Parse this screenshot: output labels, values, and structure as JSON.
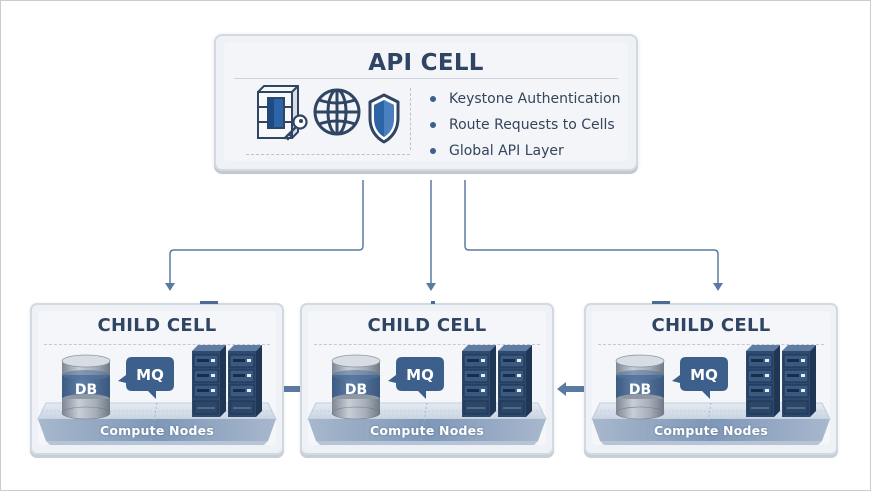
{
  "api_cell": {
    "title": "API CELL",
    "icons": [
      "openstack-logo-icon",
      "key-icon",
      "globe-icon",
      "shield-icon"
    ],
    "features": [
      "Keystone Authentication",
      "Route Requests to Cells",
      "Global API Layer"
    ]
  },
  "child_cells": [
    {
      "title": "CHILD CELL",
      "db_label": "DB",
      "mq_label": "MQ",
      "compute_label": "Compute Nodes"
    },
    {
      "title": "CHILD CELL",
      "db_label": "DB",
      "mq_label": "MQ",
      "compute_label": "Compute Nodes"
    },
    {
      "title": "CHILD CELL",
      "db_label": "DB",
      "mq_label": "MQ",
      "compute_label": "Compute Nodes"
    }
  ],
  "colors": {
    "title_text": "#2f4563",
    "accent_blue": "#3d5f8c",
    "arrow": "#5b7aa3",
    "server": "#2f4a6e",
    "db_band": "#4f6e96"
  }
}
